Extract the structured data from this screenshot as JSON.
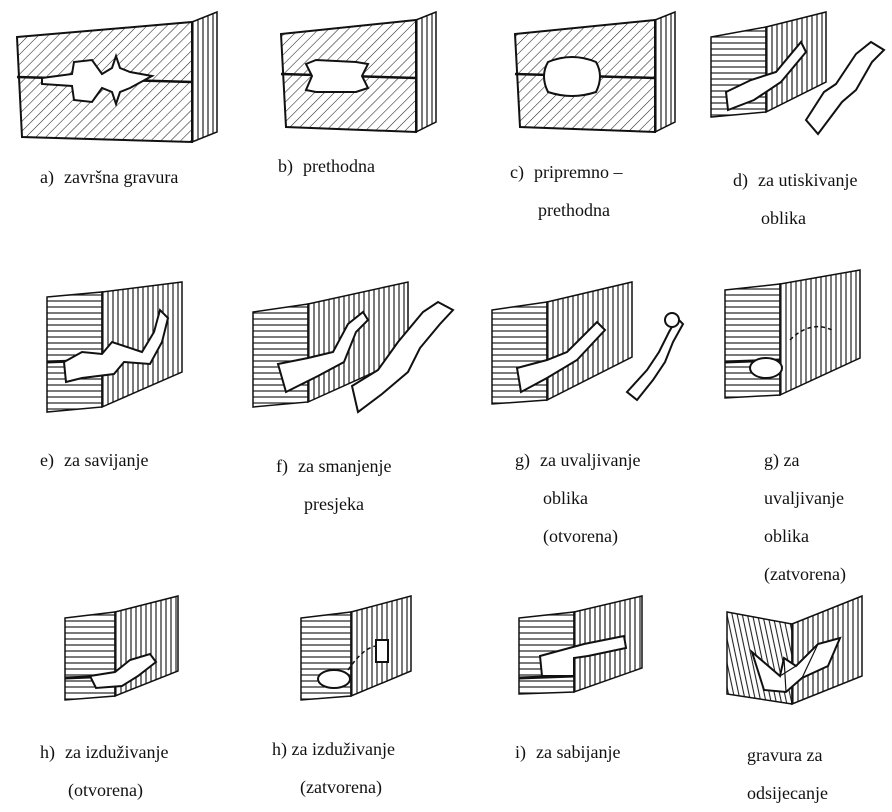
{
  "captions": [
    {
      "letter": "a)",
      "lines": [
        "završna gravura"
      ]
    },
    {
      "letter": "b)",
      "lines": [
        "prethodna"
      ]
    },
    {
      "letter": "c)",
      "lines": [
        "pripremno –",
        "prethodna"
      ]
    },
    {
      "letter": "d)",
      "lines": [
        "za utiskivanje",
        "oblika"
      ]
    },
    {
      "letter": "e)",
      "lines": [
        "za savijanje"
      ]
    },
    {
      "letter": "f)",
      "lines": [
        "za smanjenje",
        "presjeka"
      ]
    },
    {
      "letter": "g)",
      "lines": [
        "za uvaljivanje",
        "oblika",
        "(otvorena)"
      ]
    },
    {
      "letter": "",
      "lines": [
        "g) za",
        "uvaljivanje",
        "oblika",
        "(zatvorena)"
      ]
    },
    {
      "letter": "h)",
      "lines": [
        "za izduživanje",
        "(otvorena)"
      ]
    },
    {
      "letter": "",
      "lines": [
        "h) za izduživanje",
        "(zatvorena)"
      ]
    },
    {
      "letter": "i)",
      "lines": [
        "za sabijanje"
      ]
    },
    {
      "letter": "",
      "lines": [
        "gravura za",
        "odsijecanje"
      ]
    }
  ]
}
